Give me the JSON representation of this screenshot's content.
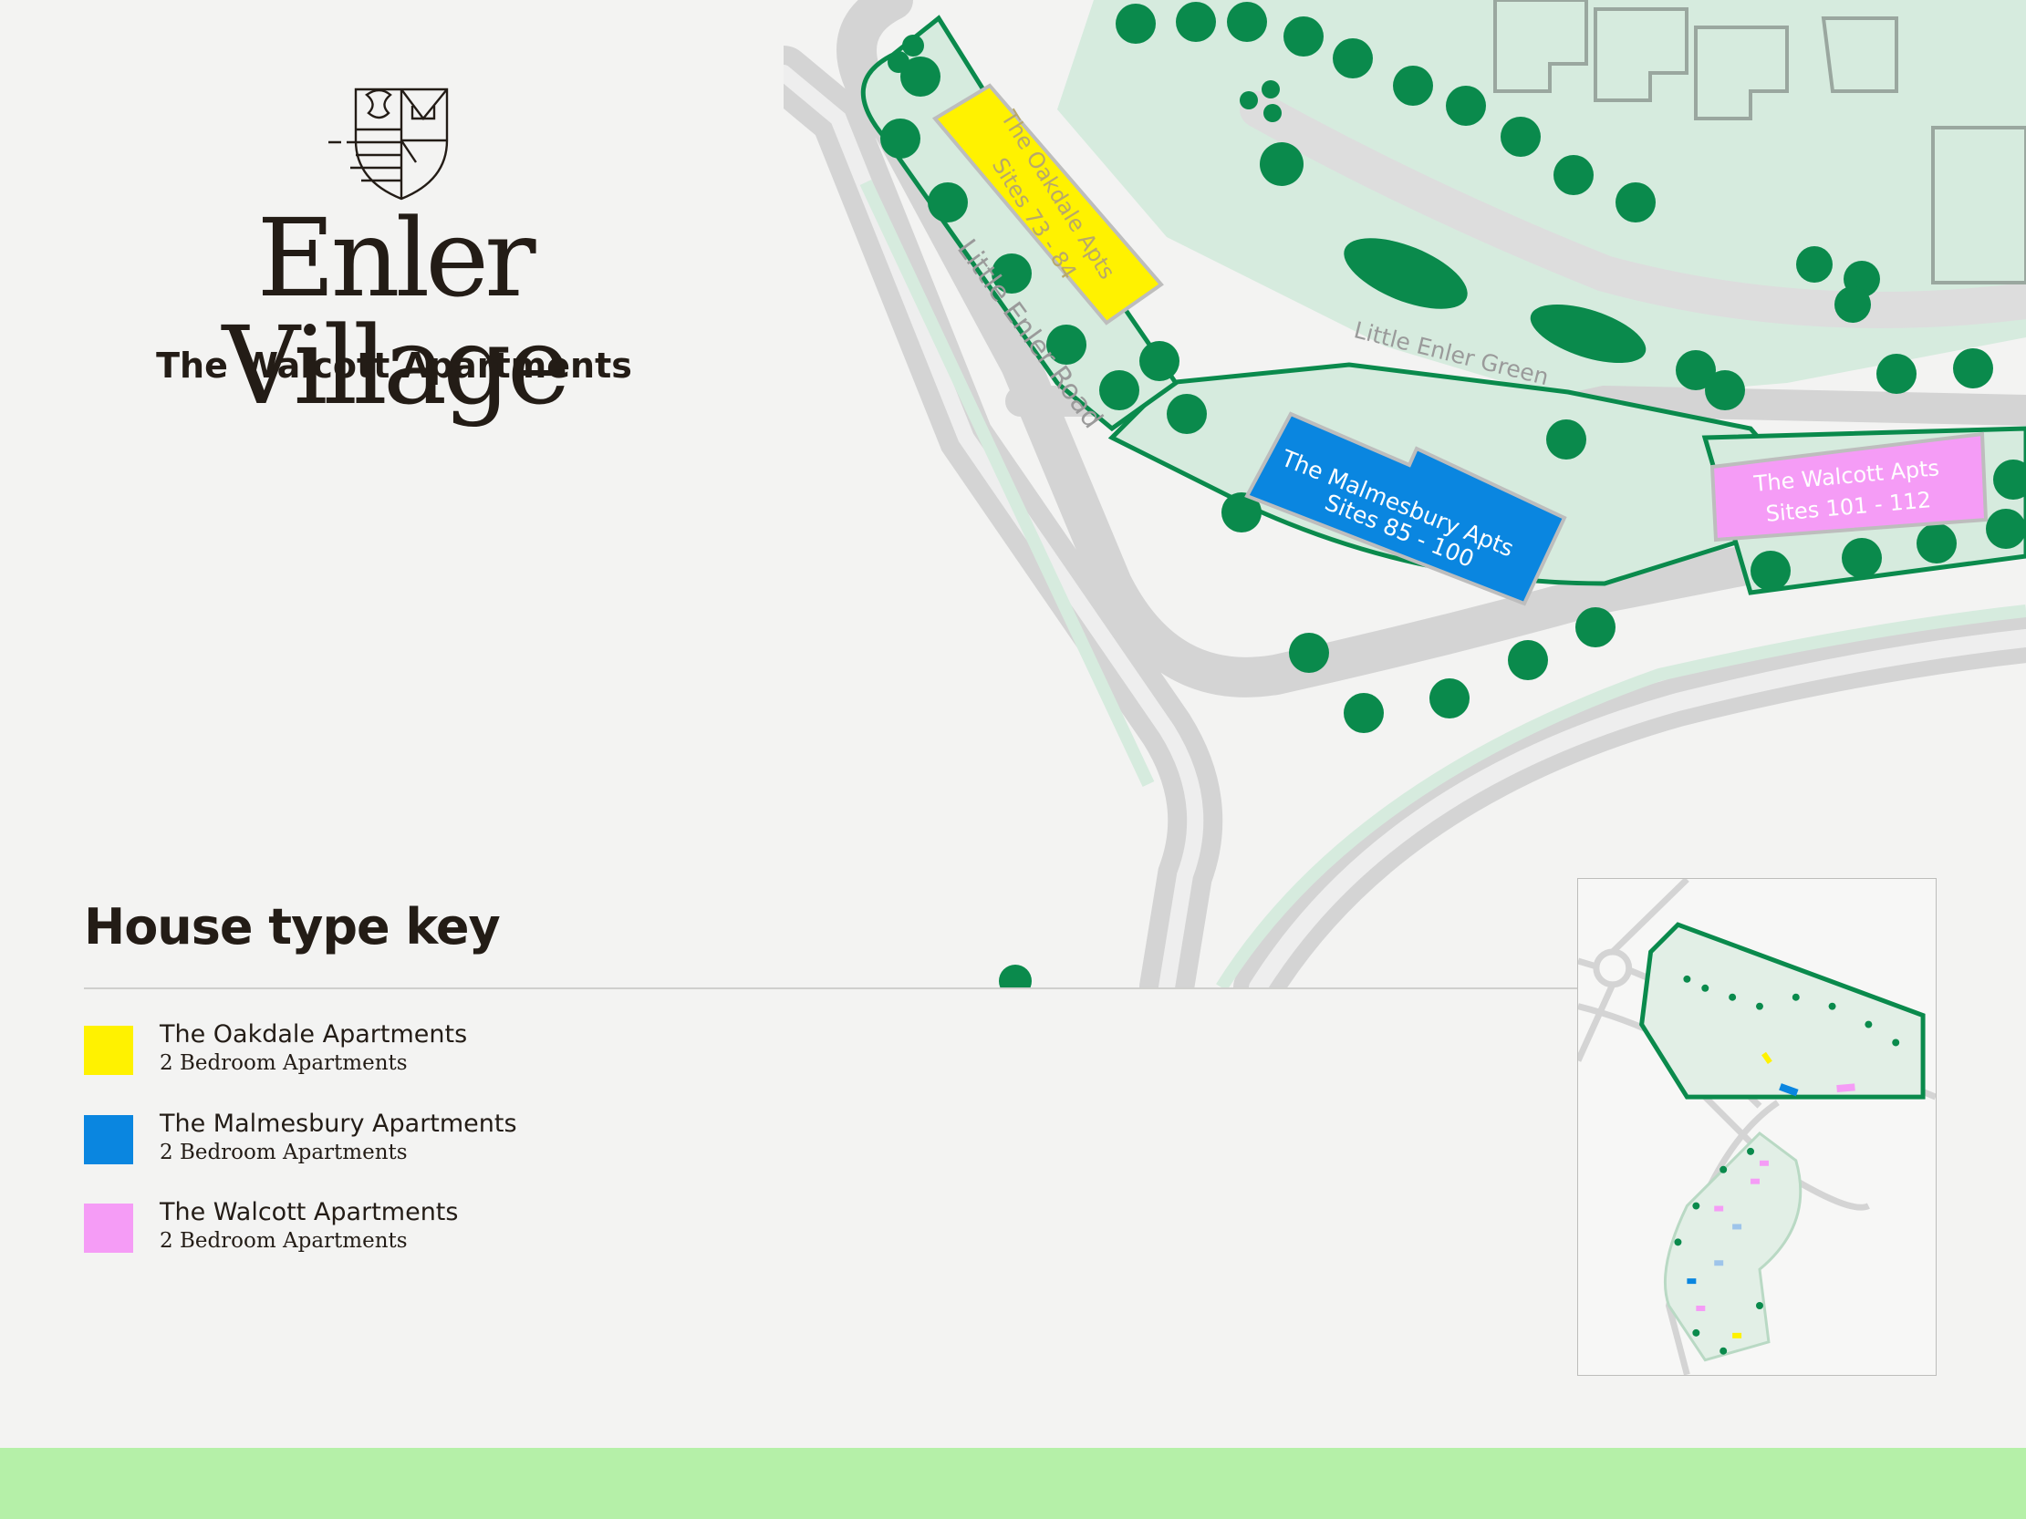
{
  "brand": {
    "title": "Enler Village",
    "subtitle": "The Walcott Apartments"
  },
  "map": {
    "road_label": "Little Enler Road",
    "green_label": "Little Enler Green",
    "blocks": [
      {
        "name": "The Oakdale Apts",
        "sites": "Sites 73 - 84",
        "color": "#fff200"
      },
      {
        "name": "The Malmesbury Apts",
        "sites": "Sites 85 - 100",
        "color": "#0a86e0"
      },
      {
        "name": "The Walcott Apts",
        "sites": "Sites 101 - 112",
        "color": "#f59cf6"
      }
    ],
    "colors": {
      "tree": "#0a8a4c",
      "boundary": "#0a8a4c",
      "green_space": "#d6ebde",
      "road": "#d3d3d3",
      "pavement": "#eeeeee"
    }
  },
  "key": {
    "title": "House type key",
    "items": [
      {
        "name": "The Oakdale Apartments",
        "description": "2 Bedroom Apartments",
        "color": "#fff200"
      },
      {
        "name": "The Malmesbury Apartments",
        "description": "2 Bedroom Apartments",
        "color": "#0a86e0"
      },
      {
        "name": "The Walcott Apartments",
        "description": "2 Bedroom Apartments",
        "color": "#f59cf6"
      }
    ]
  },
  "footer": {
    "color": "#b5f0a8"
  }
}
